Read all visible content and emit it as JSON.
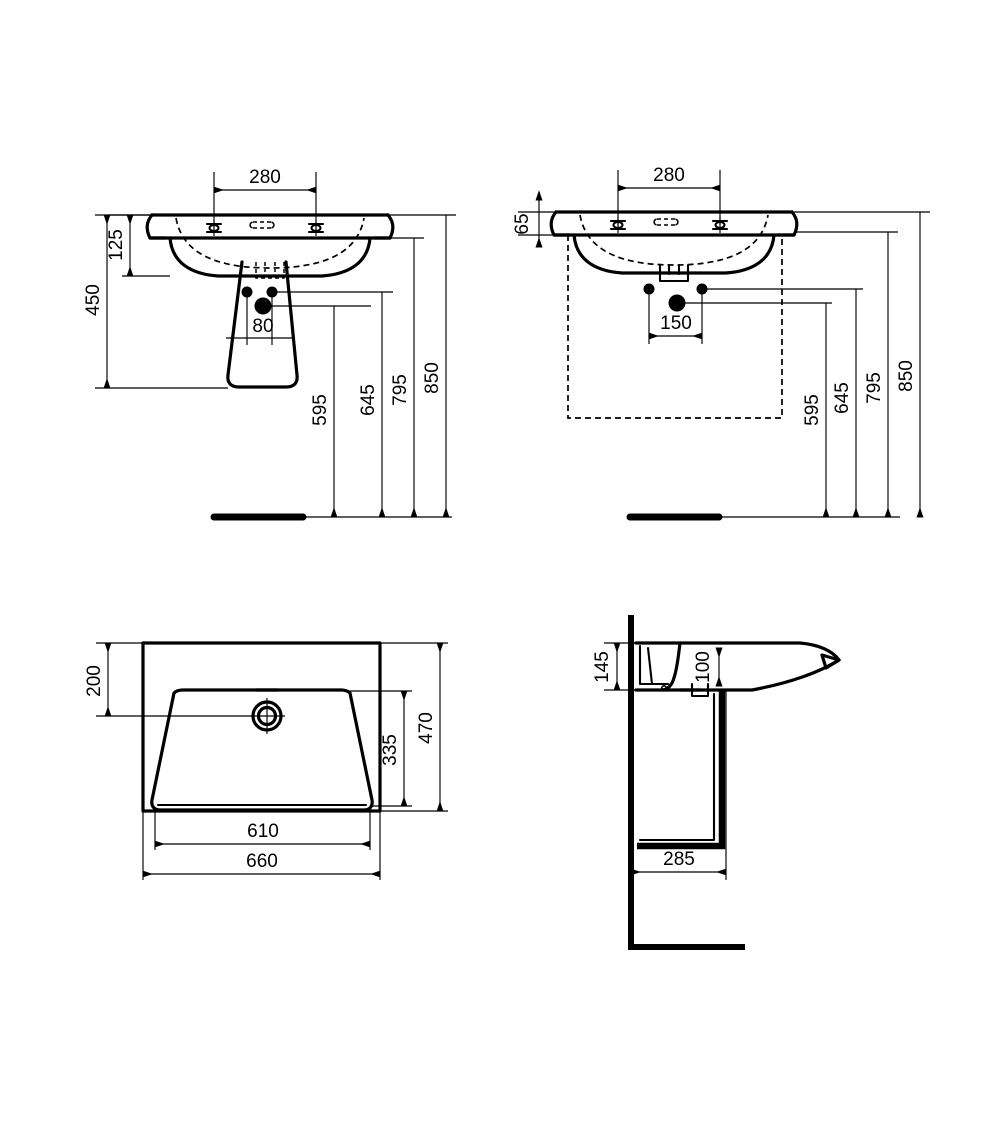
{
  "document": {
    "type": "technical-drawing",
    "subject": "washbasin-dimensioned-views",
    "unit": "mm",
    "background_color": "#ffffff",
    "line_color": "#000000"
  },
  "views": {
    "front_pedestal": {
      "name": "front-view-with-pedestal",
      "dimensions": {
        "tap_hole_spacing": "280",
        "rim_depth": "125",
        "basin_top_to_trap": "450",
        "trap_width": "80",
        "waste_height": "595",
        "supply_height": "645",
        "basin_underside_height": "795",
        "basin_rim_height": "850"
      }
    },
    "front_wallhung": {
      "name": "front-view-wall-hung",
      "dimensions": {
        "tap_hole_spacing": "280",
        "rim_depth": "65",
        "supply_spacing": "150",
        "waste_height": "595",
        "supply_height": "645",
        "basin_underside_height": "795",
        "basin_rim_height": "850"
      }
    },
    "plan": {
      "name": "plan-view-top",
      "dimensions": {
        "rear_to_drain": "200",
        "bowl_depth": "335",
        "overall_depth": "470",
        "bowl_width": "610",
        "overall_width": "660"
      }
    },
    "side": {
      "name": "side-section-view",
      "dimensions": {
        "rim_to_underside": "145",
        "bowl_depth_internal": "100",
        "projection": "285"
      }
    }
  },
  "labels": {
    "d280_a": "280",
    "d125": "125",
    "d450": "450",
    "d80": "80",
    "d595_a": "595",
    "d645_a": "645",
    "d795_a": "795",
    "d850_a": "850",
    "d280_b": "280",
    "d65": "65",
    "d150": "150",
    "d595_b": "595",
    "d645_b": "645",
    "d795_b": "795",
    "d850_b": "850",
    "d200": "200",
    "d335": "335",
    "d470": "470",
    "d610": "610",
    "d660": "660",
    "d145": "145",
    "d100": "100",
    "d285": "285"
  }
}
